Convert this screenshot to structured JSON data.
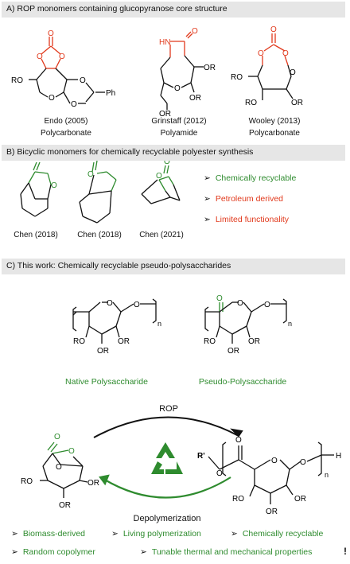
{
  "colors": {
    "red": "#e1391c",
    "green": "#2e8b2e",
    "band": "#e6e6e6"
  },
  "sectionA": {
    "title": "A) ROP monomers containing glucopyranose core structure",
    "monomers": [
      {
        "author": "Endo (2005)",
        "type": "Polycarbonate",
        "labels": {
          "o1": "O",
          "o2": "O",
          "o3": "O",
          "o4": "O",
          "o5": "O",
          "ro": "RO",
          "ph": "Ph"
        }
      },
      {
        "author": "Grinstaff (2012)",
        "type": "Polyamide",
        "labels": {
          "hn": "HN",
          "o1": "O",
          "o2": "O",
          "or1": "OR",
          "or2": "OR",
          "or3": "OR"
        }
      },
      {
        "author": "Wooley (2013)",
        "type": "Polycarbonate",
        "labels": {
          "o1": "O",
          "o2": "O",
          "o3": "O",
          "o4": "O",
          "ro1": "RO",
          "ro2": "RO",
          "or1": "OR"
        }
      }
    ]
  },
  "sectionB": {
    "title": "B) Bicyclic monomers for chemically recyclable polyester synthesis",
    "monomers": [
      {
        "author": "Chen (2018)",
        "o1": "O",
        "o2": "O"
      },
      {
        "author": "Chen (2018)",
        "o1": "O",
        "o2": "O"
      },
      {
        "author": "Chen (2021)",
        "o1": "O",
        "o2": "O"
      }
    ],
    "bullets": [
      {
        "text": "Chemically recyclable",
        "color": "green"
      },
      {
        "text": "Petroleum derived",
        "color": "red"
      },
      {
        "text": "Limited functionality",
        "color": "red"
      }
    ]
  },
  "sectionC": {
    "title": "C) This work: Chemically recyclable pseudo-polysaccharides",
    "native": {
      "name": "Native Polysaccharide",
      "o1": "O",
      "o2": "O",
      "ro": "RO",
      "or1": "OR",
      "or2": "OR",
      "n": "n"
    },
    "pseudo": {
      "name": "Pseudo-Polysaccharide",
      "o0": "O",
      "o1": "O",
      "o2": "O",
      "ro": "RO",
      "or1": "OR",
      "or2": "OR",
      "n": "n"
    },
    "rop_label": "ROP",
    "depoly_label": "Depolymerization",
    "monomer": {
      "o1": "O",
      "o2": "O",
      "o3": "O",
      "ro": "RO",
      "or1": "OR",
      "or2": "OR"
    },
    "polymer": {
      "r": "R'",
      "o0": "O",
      "o1": "O",
      "o2": "O",
      "o3": "O",
      "ro": "RO",
      "or1": "OR",
      "or2": "OR",
      "h": "H",
      "n": "n"
    },
    "bullets_row1": [
      "Biomass-derived",
      "Living polymerization",
      "Chemically recyclable"
    ],
    "bullets_row2": [
      "Random copolymer",
      "Tunable thermal and mechanical properties"
    ],
    "bullet_marker": "➢",
    "edge_mark": "!"
  }
}
